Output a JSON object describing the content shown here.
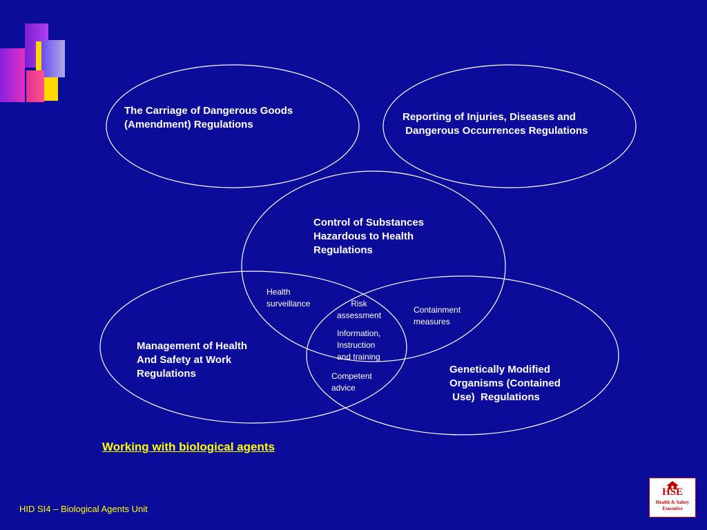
{
  "diagram": {
    "title": "Working with biological agents",
    "sets": [
      {
        "id": "carriage",
        "label": "The Carriage of Dangerous Goods\n(Amendment) Regulations"
      },
      {
        "id": "riddor",
        "label": "Reporting of Injuries, Diseases and\n Dangerous Occurrences Regulations"
      },
      {
        "id": "coshh",
        "label": "Control of Substances\nHazardous to Health\nRegulations"
      },
      {
        "id": "mhsw",
        "label": "Management of Health\nAnd Safety at Work\nRegulations"
      },
      {
        "id": "gmo",
        "label": "Genetically Modified\nOrganisms (Contained\n Use)  Regulations"
      }
    ],
    "overlaps": [
      {
        "id": "health-surveillance",
        "label": "Health\nsurveillance"
      },
      {
        "id": "risk-assessment",
        "label": "Risk\nassessment"
      },
      {
        "id": "containment-measures",
        "label": "Containment\nmeasures"
      },
      {
        "id": "information",
        "label": "Information,\nInstruction\nand training"
      },
      {
        "id": "competent-advice",
        "label": "Competent\nadvice"
      }
    ]
  },
  "footer": {
    "text": "HID SI4 – Biological Agents Unit"
  },
  "logo": {
    "name": "hse-logo",
    "abbrev": "HSE",
    "line1": "Health & Safety",
    "line2": "Executive"
  },
  "colors": {
    "background": "#0c0c9a",
    "ellipse_stroke": "#ffffff",
    "label_text": "#ffffff",
    "title_text": "#ffff00",
    "footer_text": "#ffff00",
    "logo_red": "#c00000"
  }
}
